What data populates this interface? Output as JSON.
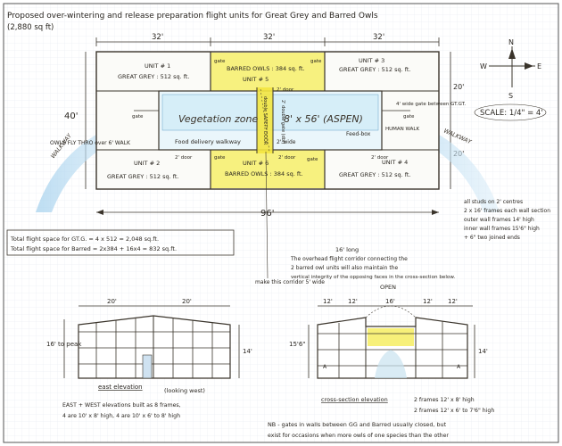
{
  "title": "Proposed over-wintering and release preparation flight units for Great Grey and Barred Owls",
  "total_area": "(2,880 sq ft)",
  "top_dims": [
    "32'",
    "32'",
    "32'"
  ],
  "side_dims": [
    "20'",
    "20'"
  ],
  "height_dim": "40'",
  "total_length": "96'",
  "units": {
    "u1": {
      "name": "UNIT # 1",
      "label": "GREAT GREY : 512 sq. ft."
    },
    "u2": {
      "name": "UNIT # 2",
      "label": "GREAT GREY : 512 sq. ft."
    },
    "u3": {
      "name": "UNIT # 3",
      "label": "GREAT GREY : 512 sq. ft."
    },
    "u4": {
      "name": "UNIT # 4",
      "label": "GREAT GREY : 512 sq. ft."
    },
    "u5": {
      "name": "UNIT # 5",
      "label": "BARRED OWLS : 384 sq. ft."
    },
    "u6": {
      "name": "UNIT # 6",
      "label": "BARRED OWLS : 384 sq. ft."
    }
  },
  "center": {
    "zone": "Vegetation zone",
    "size": "8' x 56' (ASPEN)",
    "food_delivery": "Food delivery walkway",
    "corridor": "2' wide",
    "feed_box": "Feed-box",
    "safety": "double SAFETY DOOR",
    "wide_gate": "4' wide gate between GT.GT.",
    "human_walk": "HUMAN WALK",
    "double_gate": "2' double gate (dbl)",
    "doors": [
      "2' door",
      "2' door",
      "2' door",
      "2' door"
    ],
    "gates": [
      "gate",
      "gate",
      "gate",
      "gate",
      "gate",
      "gate"
    ]
  },
  "side_notes": {
    "left_walk": "OWLS FLY THRO over 6' WALK",
    "left_arc": "WALKWAY",
    "right_arc": "WALKWAY"
  },
  "compass": {
    "n": "N",
    "s": "S",
    "e": "E",
    "w": "W"
  },
  "scale": "SCALE: 1/4\" = 4'",
  "wall_note": [
    "all studs on 2' centres",
    "2 x 16' frames each wall section",
    "outer wall frames 14' high",
    "inner wall frames 15'6\" high",
    "+ 6\" two joined ends"
  ],
  "totals": [
    "Total flight space for GT.G. = 4 x 512 = 2,048 sq.ft.",
    "Total flight space for Barred = 2x384 + 16x4 = 832 sq.ft."
  ],
  "corridor_note": {
    "long": "16' long",
    "lines": [
      "The overhead flight corridor connecting the",
      "2 barred owl units will also maintain the",
      "vertical integrity of the opposing faces in the cross-section below."
    ],
    "make": "make this corridor 5' wide"
  },
  "east_elev": {
    "dims": [
      "20'",
      "20'"
    ],
    "height": "16' to peak",
    "right": "14'",
    "label": "east elevation",
    "sub": "(looking west)",
    "notes": [
      "EAST + WEST elevations built as 8 frames,",
      "4 are 10' x 8' high, 4 are 10' x 6' to 8' high"
    ]
  },
  "cross": {
    "top_dims": [
      "12'",
      "12'",
      "12'",
      "12'"
    ],
    "open": "OPEN",
    "open_dim": "16'",
    "height": "15'6\"",
    "right": "14'",
    "label": "cross-section elevation",
    "lines": [
      "2 frames 12' x 8' high",
      "2 frames 12' x 6' to 7'6\" high"
    ],
    "a": "A"
  },
  "footnote": [
    "NB - gates in walls between GG and Barred usually closed, but",
    "exist for occasions when more owls of one species than the other"
  ]
}
